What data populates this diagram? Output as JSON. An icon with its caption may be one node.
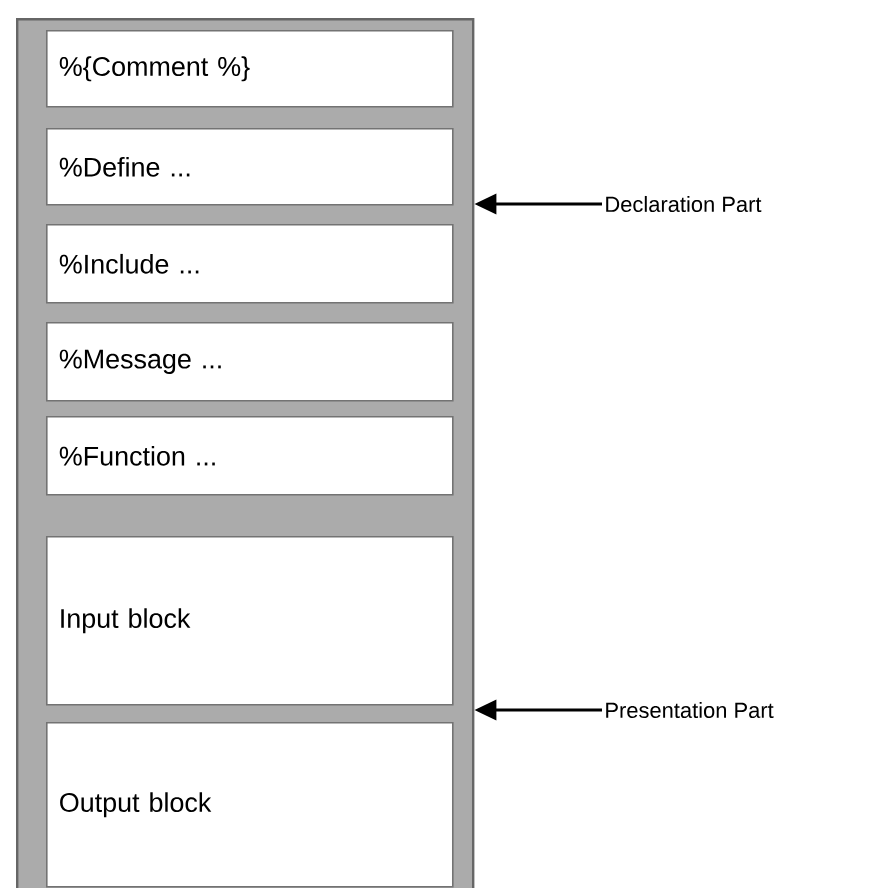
{
  "diagram": {
    "nodes": [
      {
        "text": [],
        "shape": "box"
      },
      {
        "text": [
          "%{Comment %}"
        ],
        "in": 0
      },
      {
        "text": [
          "%Define ..."
        ],
        "in": 0
      },
      {
        "text": [
          "%Include ..."
        ],
        "in": 0
      },
      {
        "text": [
          "%Message ..."
        ],
        "in": 0
      },
      {
        "text": [
          "%Function ..."
        ],
        "in": 0
      },
      {
        "text": [
          "Input block"
        ],
        "in": 0
      },
      {
        "text": [
          "Output block"
        ],
        "in": 0
      },
      {
        "text": [
          "Declaration Part"
        ]
      },
      {
        "text": [
          "Presentation Part"
        ]
      }
    ],
    "edges": [
      {
        "from": 8,
        "to": 0,
        "arrow": "to"
      },
      {
        "from": 9,
        "to": 0,
        "arrow": "to"
      }
    ]
  }
}
